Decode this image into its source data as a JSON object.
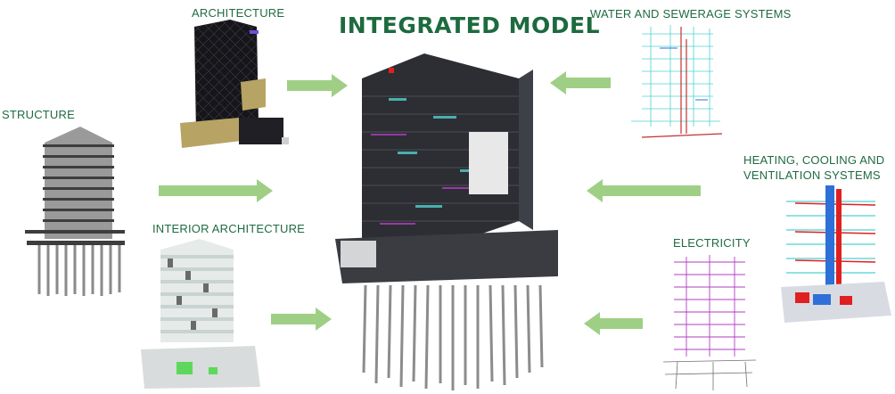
{
  "title": "INTEGRATED MODEL",
  "labels": {
    "architecture": "ARCHITECTURE",
    "structure": "STRUCTURE",
    "interior": "INTERIOR ARCHITECTURE",
    "water": "WATER AND SEWERAGE SYSTEMS",
    "hvac_line1": "HEATING, COOLING AND",
    "hvac_line2": "VENTILATION SYSTEMS",
    "electricity": "ELECTRICITY"
  },
  "colors": {
    "title": "#1d6a3f",
    "label": "#1f6b42",
    "arrow": "#9fcf85",
    "facade": "#1b1b1f",
    "structure": "#7a7a7a",
    "water": "#4fd0d0",
    "electric": "#b23cc2",
    "hvac_red": "#e02020",
    "hvac_blue": "#2f6fd8"
  },
  "arrows": [
    {
      "from": "architecture",
      "to": "integrated-model",
      "direction": "right"
    },
    {
      "from": "structure",
      "to": "integrated-model",
      "direction": "right"
    },
    {
      "from": "interior-architecture",
      "to": "integrated-model",
      "direction": "right"
    },
    {
      "from": "water-sewerage",
      "to": "integrated-model",
      "direction": "left"
    },
    {
      "from": "hvac",
      "to": "integrated-model",
      "direction": "left"
    },
    {
      "from": "electricity",
      "to": "integrated-model",
      "direction": "left"
    }
  ]
}
